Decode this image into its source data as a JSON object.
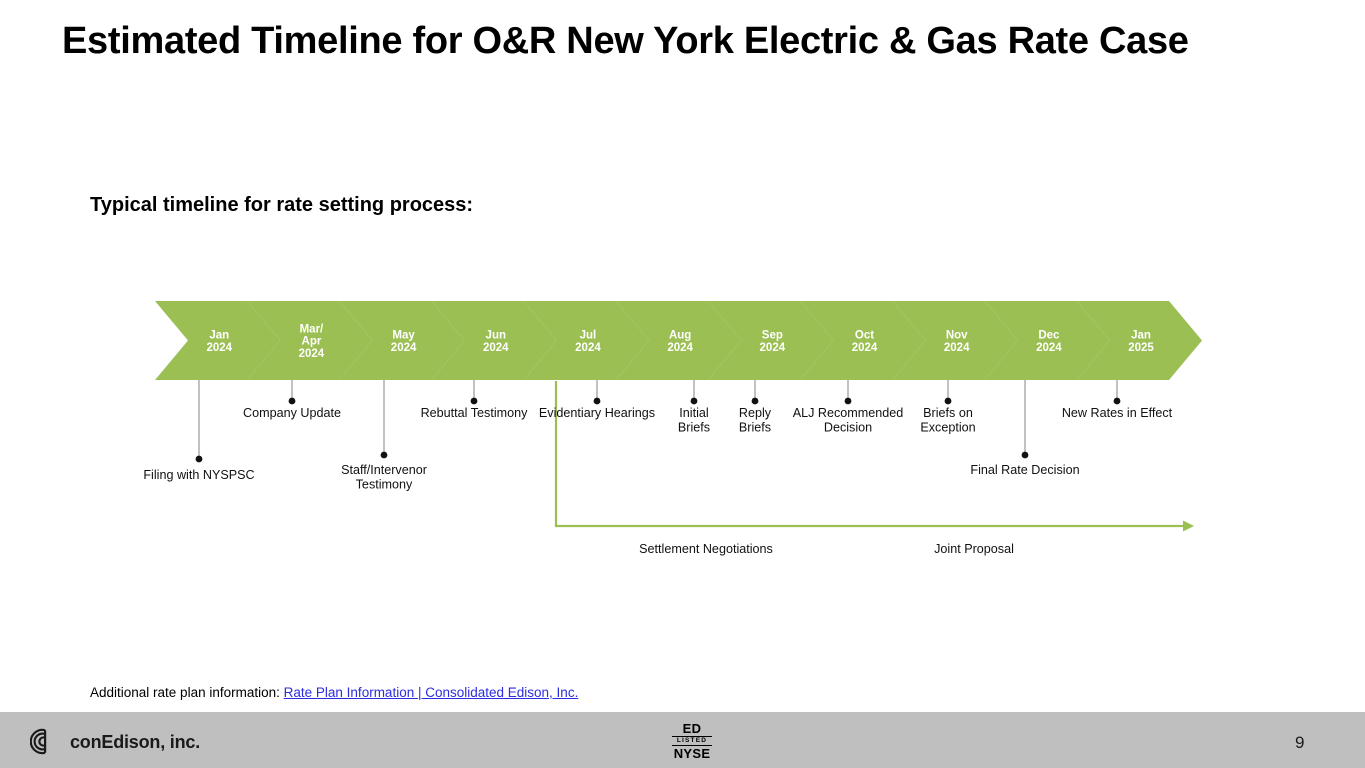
{
  "slide": {
    "title": "Estimated Timeline for O&R New York Electric & Gas Rate Case",
    "subtitle": "Typical timeline for rate setting process:",
    "page_number": "9"
  },
  "colors": {
    "chevron_green": "#9BBF53",
    "bracket_green": "#9BBF53",
    "link_blue": "#2c2ce0",
    "footer_gray": "#bfbfbf",
    "connector_gray": "#9a9a9a"
  },
  "chevrons": [
    {
      "line1": "Jan",
      "line2": "2024",
      "line3": ""
    },
    {
      "line1": "Mar/",
      "line2": "Apr",
      "line3": "2024"
    },
    {
      "line1": "May",
      "line2": "2024",
      "line3": ""
    },
    {
      "line1": "Jun",
      "line2": "2024",
      "line3": ""
    },
    {
      "line1": "Jul",
      "line2": "2024",
      "line3": ""
    },
    {
      "line1": "Aug",
      "line2": "2024",
      "line3": ""
    },
    {
      "line1": "Sep",
      "line2": "2024",
      "line3": ""
    },
    {
      "line1": "Oct",
      "line2": "2024",
      "line3": ""
    },
    {
      "line1": "Nov",
      "line2": "2024",
      "line3": ""
    },
    {
      "line1": "Dec",
      "line2": "2024",
      "line3": ""
    },
    {
      "line1": "Jan",
      "line2": "2025",
      "line3": ""
    }
  ],
  "milestones": [
    {
      "line1": "Filing with NYSPSC",
      "line2": ""
    },
    {
      "line1": "Company Update",
      "line2": ""
    },
    {
      "line1": "Staff/Intervenor",
      "line2": "Testimony"
    },
    {
      "line1": "Rebuttal Testimony",
      "line2": ""
    },
    {
      "line1": "Evidentiary Hearings",
      "line2": ""
    },
    {
      "line1": "Initial",
      "line2": "Briefs"
    },
    {
      "line1": "Reply",
      "line2": "Briefs"
    },
    {
      "line1": "ALJ Recommended",
      "line2": "Decision"
    },
    {
      "line1": "Briefs on",
      "line2": "Exception"
    },
    {
      "line1": "Final Rate Decision",
      "line2": ""
    },
    {
      "line1": "New Rates in Effect",
      "line2": ""
    }
  ],
  "bracket_labels": [
    {
      "text": "Settlement Negotiations"
    },
    {
      "text": "Joint Proposal"
    }
  ],
  "footnote": {
    "prefix": "Additional rate plan information:",
    "link_text": "Rate Plan Information | Consolidated Edison, Inc."
  },
  "footer": {
    "company": "conEdison, inc.",
    "nyse_top": "ED",
    "nyse_mid": "LISTED",
    "nyse_bottom": "NYSE"
  },
  "chart_data": {
    "type": "timeline",
    "title": "Typical timeline for rate setting process",
    "axis_segments": [
      "Jan 2024",
      "Mar/Apr 2024",
      "May 2024",
      "Jun 2024",
      "Jul 2024",
      "Aug 2024",
      "Sep 2024",
      "Oct 2024",
      "Nov 2024",
      "Dec 2024",
      "Jan 2025"
    ],
    "events": [
      {
        "label": "Filing with NYSPSC",
        "period": "Jan 2024",
        "row": "low"
      },
      {
        "label": "Company Update",
        "period": "Mar/Apr 2024",
        "row": "high"
      },
      {
        "label": "Staff/Intervenor Testimony",
        "period": "Mar/Apr 2024",
        "row": "low"
      },
      {
        "label": "Rebuttal Testimony",
        "period": "May 2024",
        "row": "high"
      },
      {
        "label": "Evidentiary Hearings",
        "period": "Jul 2024",
        "row": "high"
      },
      {
        "label": "Initial Briefs",
        "period": "Aug 2024",
        "row": "high"
      },
      {
        "label": "Reply Briefs",
        "period": "Aug/Sep 2024",
        "row": "high"
      },
      {
        "label": "ALJ Recommended Decision",
        "period": "Oct 2024",
        "row": "high"
      },
      {
        "label": "Briefs on Exception",
        "period": "Nov 2024",
        "row": "high"
      },
      {
        "label": "Final Rate Decision",
        "period": "Dec 2024",
        "row": "low"
      },
      {
        "label": "New Rates in Effect",
        "period": "Jan 2025",
        "row": "high"
      }
    ],
    "spans": [
      {
        "label": "Settlement Negotiations",
        "start": "Jul 2024",
        "end": "Jan 2025"
      },
      {
        "label": "Joint Proposal",
        "start": "Jul 2024",
        "end": "Jan 2025"
      }
    ]
  }
}
